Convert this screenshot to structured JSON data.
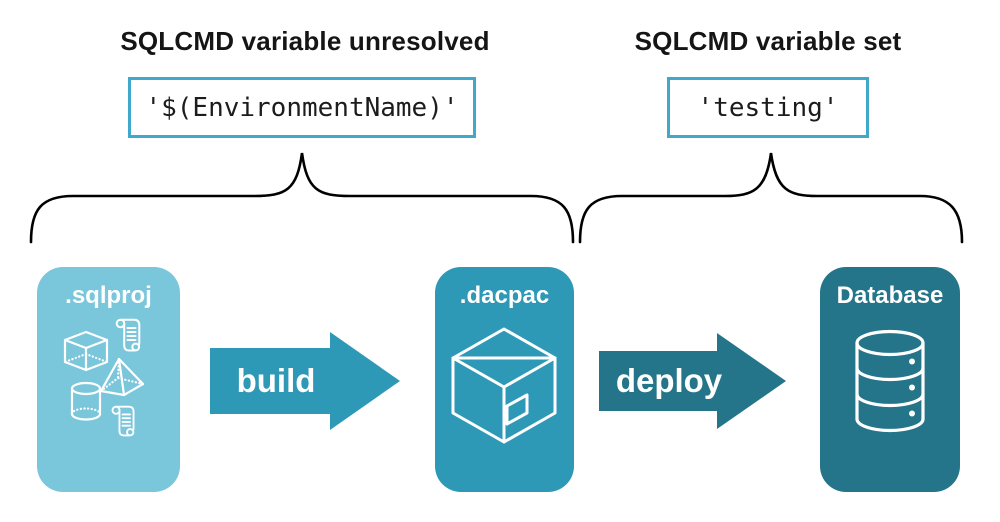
{
  "colors": {
    "background": "#ffffff",
    "heading_text": "#151515",
    "code_text": "#1c1c1c",
    "code_box_border": "#3EA9C8",
    "brace": "#000000",
    "icon_stroke": "#ffffff"
  },
  "annotations": {
    "unresolved": {
      "title": "SQLCMD variable unresolved",
      "code": "'$(EnvironmentName)'"
    },
    "set": {
      "title": "SQLCMD variable set",
      "code": "'testing'"
    }
  },
  "pipeline": {
    "nodes": [
      {
        "id": "sqlproj",
        "label": ".sqlproj",
        "color": "#7AC6DB",
        "icons": [
          "scroll-icon",
          "cube-icon",
          "pyramid-icon",
          "cylinder-icon",
          "scroll-icon"
        ]
      },
      {
        "id": "dacpac",
        "label": ".dacpac",
        "color": "#2E99B7",
        "icons": [
          "package-box-icon"
        ]
      },
      {
        "id": "database",
        "label": "Database",
        "color": "#25758A",
        "icons": [
          "database-cylinder-icon"
        ]
      }
    ],
    "arrows": [
      {
        "id": "build",
        "label": "build",
        "color": "#2E99B7"
      },
      {
        "id": "deploy",
        "label": "deploy",
        "color": "#25758A"
      }
    ]
  }
}
